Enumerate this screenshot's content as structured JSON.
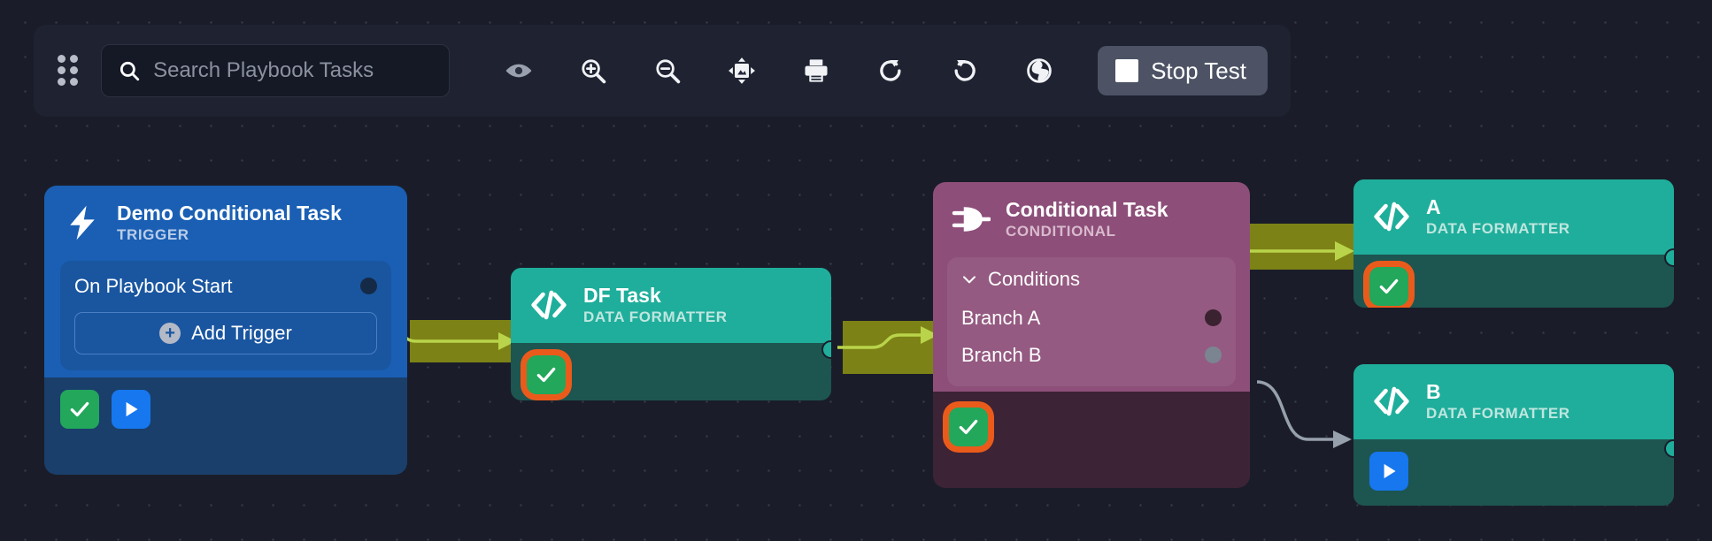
{
  "toolbar": {
    "drag_handle_icon": "drag-dots-icon",
    "search": {
      "icon": "search-icon",
      "value": "",
      "placeholder": "Search Playbook Tasks"
    },
    "buttons": [
      {
        "name": "toggle-visibility-button",
        "icon": "eye-icon"
      },
      {
        "name": "zoom-in-button",
        "icon": "magnifier-plus-icon"
      },
      {
        "name": "zoom-out-button",
        "icon": "magnifier-minus-icon"
      },
      {
        "name": "fit-view-button",
        "icon": "fit-image-icon"
      },
      {
        "name": "print-button",
        "icon": "printer-icon"
      },
      {
        "name": "redo-button",
        "icon": "refresh-clockwise-icon"
      },
      {
        "name": "undo-button",
        "icon": "refresh-counterclockwise-icon"
      },
      {
        "name": "globe-button",
        "icon": "globe-icon"
      }
    ],
    "stop_test": {
      "label": "Stop Test",
      "icon": "stop-square-icon",
      "bg": "#4d5364"
    }
  },
  "nodes": {
    "trigger": {
      "icon": "lightning-bolt-icon",
      "title": "Demo Conditional Task",
      "subtitle": "TRIGGER",
      "trigger_label": "On Playbook Start",
      "add_trigger_label": "Add Trigger",
      "add_icon": "plus-circle-icon",
      "status": {
        "check": {
          "icon": "check-icon",
          "color": "#22a75b",
          "ringed": false
        },
        "run": {
          "icon": "play-icon",
          "color": "#1677ef",
          "ringed": false
        }
      },
      "header_color": "#1a5fb4",
      "body_color": "#1a3f6b"
    },
    "df_task": {
      "icon": "code-brackets-icon",
      "title": "DF Task",
      "subtitle": "DATA FORMATTER",
      "status": {
        "check": {
          "icon": "check-icon",
          "color": "#22a75b",
          "ringed": true,
          "ring_color": "#ea5b1b"
        }
      },
      "header_color": "#1fae9b",
      "body_color": "#1d5551"
    },
    "conditional": {
      "icon": "conditional-gate-icon",
      "title": "Conditional Task",
      "subtitle": "CONDITIONAL",
      "conditions_label": "Conditions",
      "chevron_icon": "chevron-down-icon",
      "branches": [
        {
          "label": "Branch A",
          "port_state": "active"
        },
        {
          "label": "Branch B",
          "port_state": "inactive"
        }
      ],
      "status": {
        "check": {
          "icon": "check-icon",
          "color": "#22a75b",
          "ringed": true,
          "ring_color": "#ea5b1b"
        }
      },
      "header_color": "#8d4f79",
      "body_color": "#3d2336"
    },
    "node_a": {
      "icon": "code-brackets-icon",
      "title": "A",
      "subtitle": "DATA FORMATTER",
      "status": {
        "check": {
          "icon": "check-icon",
          "color": "#22a75b",
          "ringed": true,
          "ring_color": "#ea5b1b"
        }
      },
      "header_color": "#1fae9b",
      "body_color": "#1d5551"
    },
    "node_b": {
      "icon": "code-brackets-icon",
      "title": "B",
      "subtitle": "DATA FORMATTER",
      "status": {
        "run": {
          "icon": "play-icon",
          "color": "#1677ef",
          "ringed": false
        }
      },
      "header_color": "#1fae9b",
      "body_color": "#1d5551"
    }
  },
  "edges": [
    {
      "from": "trigger",
      "to": "df_task",
      "state": "executed",
      "color": "#b9d44a",
      "highlight": "#7d8216"
    },
    {
      "from": "df_task",
      "to": "conditional",
      "state": "executed",
      "color": "#b9d44a",
      "highlight": "#7d8216"
    },
    {
      "from": "conditional.Branch A",
      "to": "node_a",
      "state": "executed",
      "color": "#b9d44a",
      "highlight": "#7d8216"
    },
    {
      "from": "conditional.Branch B",
      "to": "node_b",
      "state": "idle",
      "color": "#97a0ad",
      "highlight": null
    }
  ],
  "canvas": {
    "background": "#1a1d29",
    "grid_dot_color": "#3a3f4f"
  }
}
